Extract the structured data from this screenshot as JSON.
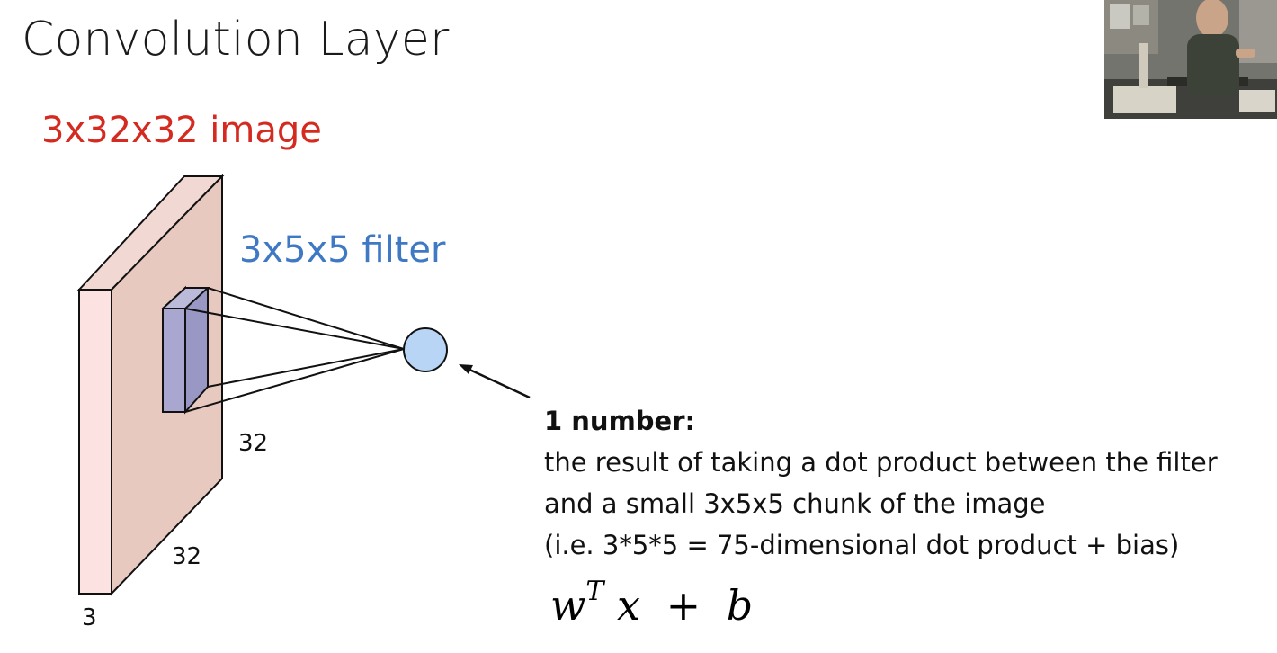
{
  "slide": {
    "title": "Convolution Layer",
    "image_label": "3x32x32 image",
    "filter_label": "3x5x5 filter",
    "dimensions": {
      "height": "32",
      "width": "32",
      "depth": "3"
    },
    "description": {
      "heading": "1 number:",
      "lines": [
        "the result of taking a dot product between the filter",
        "and a small 3x5x5 chunk of the image",
        "(i.e. 3*5*5 = 75-dimensional dot product + bias)"
      ]
    },
    "formula": {
      "w": "w",
      "superscript": "T",
      "x": "x",
      "plus": "+",
      "b": "b"
    }
  },
  "colors": {
    "title": "#1b1b1b",
    "image_label": "#d42a20",
    "filter_label": "#3f79c4",
    "image_volume_front": "#fde2e2",
    "image_volume_side": "#e8c9c0",
    "filter_patch": "#a9a7cf",
    "output_neuron": "#b9d5f5"
  }
}
